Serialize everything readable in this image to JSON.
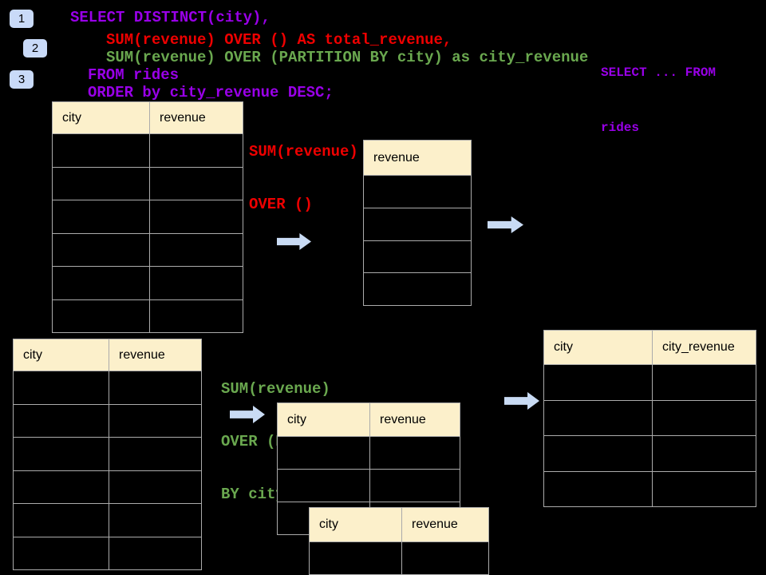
{
  "colors": {
    "background": "#000000",
    "purple_keyword": "#9900E8",
    "red_highlight": "#EE0000",
    "green_highlight": "#6AA84F",
    "badge_bg": "#C9DAF8",
    "arrow_fill": "#C9DBF4",
    "table_header_bg": "#FCF0CB",
    "table_border": "#ABABAB"
  },
  "steps": [
    {
      "label": "1"
    },
    {
      "label": "2"
    },
    {
      "label": "3"
    }
  ],
  "sql": {
    "lines": [
      {
        "text": "SELECT DISTINCT(city),",
        "color": "purple"
      },
      {
        "text": "SUM(revenue) OVER () AS total_revenue,",
        "color": "red"
      },
      {
        "text": "SUM(revenue) OVER (PARTITION BY city) as city_revenue",
        "color": "green"
      },
      {
        "text": "FROM rides",
        "color": "purple"
      },
      {
        "text": "ORDER by city_revenue DESC;",
        "color": "purple"
      }
    ]
  },
  "annotations": {
    "side_note": {
      "lines": [
        "SELECT ... FROM",
        "rides"
      ]
    },
    "total_note": {
      "lines": [
        "SUM(revenue)",
        "OVER ()"
      ]
    },
    "partition_note": {
      "lines": [
        "SUM(revenue)",
        "OVER (PARTITION",
        "BY city)"
      ]
    }
  },
  "tables": {
    "source_top": {
      "headers": [
        "city",
        "revenue"
      ],
      "row_count": 6
    },
    "total_result": {
      "headers": [
        "revenue"
      ],
      "row_count": 4
    },
    "source_bottom": {
      "headers": [
        "city",
        "revenue"
      ],
      "row_count": 6
    },
    "partition_mid": {
      "headers": [
        "city",
        "revenue"
      ],
      "row_count": 3
    },
    "partition_front": {
      "headers": [
        "city",
        "revenue"
      ],
      "row_count": 1
    },
    "final_result": {
      "headers": [
        "city",
        "city_revenue"
      ],
      "row_count": 4
    }
  }
}
